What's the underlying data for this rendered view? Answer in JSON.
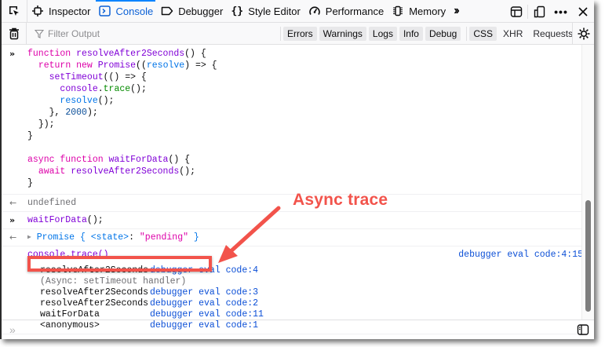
{
  "toolbar": {
    "tabs": [
      {
        "label": "Inspector",
        "icon": "inspector-icon",
        "active": false
      },
      {
        "label": "Console",
        "icon": "console-icon",
        "active": true
      },
      {
        "label": "Debugger",
        "icon": "debugger-icon",
        "active": false
      },
      {
        "label": "Style Editor",
        "icon": "style-editor-icon",
        "active": false
      },
      {
        "label": "Performance",
        "icon": "performance-icon",
        "active": false
      },
      {
        "label": "Memory",
        "icon": "memory-icon",
        "active": false
      }
    ],
    "overflow_icon": "double-chevron-icon",
    "right_buttons": [
      "dock-layout-icon",
      "responsive-icon",
      "more-icon",
      "close-icon"
    ],
    "accent_color": "#0a84ff"
  },
  "filterbar": {
    "placeholder": "Filter Output",
    "levels": [
      {
        "label": "Errors",
        "on": true
      },
      {
        "label": "Warnings",
        "on": true
      },
      {
        "label": "Logs",
        "on": true
      },
      {
        "label": "Info",
        "on": true
      },
      {
        "label": "Debug",
        "on": true
      }
    ],
    "types": [
      {
        "label": "CSS",
        "on": true
      },
      {
        "label": "XHR",
        "on": false
      },
      {
        "label": "Requests",
        "on": false
      }
    ]
  },
  "console": {
    "input1_lines": [
      "function resolveAfter2Seconds() {",
      "  return new Promise((resolve) => {",
      "    setTimeout(() => {",
      "      console.trace();",
      "      resolve();",
      "    }, 2000);",
      "  });",
      "}",
      "",
      "async function waitForData() {",
      "  await resolveAfter2Seconds();",
      "}"
    ],
    "result1": "undefined",
    "input2": "waitForData();",
    "result2": {
      "prefix": "Promise",
      "state_key": "<state>",
      "state_value": "\"pending\""
    },
    "trace": {
      "title": "console.trace()",
      "location": "debugger eval code:4:15",
      "frames": [
        {
          "name": "resolveAfter2Seconds",
          "location": "debugger eval code:4"
        },
        {
          "async_label": "(Async: setTimeout handler)"
        },
        {
          "name": "resolveAfter2Seconds",
          "location": "debugger eval code:3"
        },
        {
          "name": "resolveAfter2Seconds",
          "location": "debugger eval code:2"
        },
        {
          "name": "waitForData",
          "location": "debugger eval code:11"
        },
        {
          "name": "<anonymous>",
          "location": "debugger eval code:1"
        }
      ]
    }
  },
  "annotation": {
    "label": "Async trace",
    "color": "#f2534b"
  }
}
